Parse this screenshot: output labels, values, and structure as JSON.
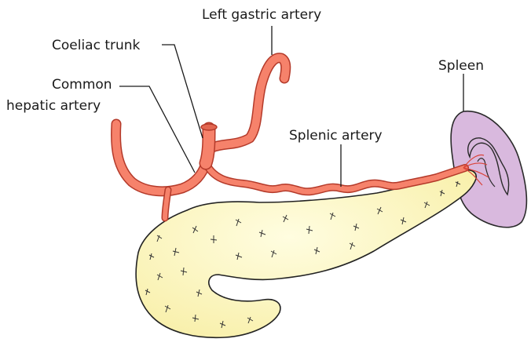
{
  "labels": {
    "left_gastric_artery": "Left gastric artery",
    "coeliac_trunk": "Coeliac trunk",
    "common_hepatic_artery_line1": "Common",
    "common_hepatic_artery_line2": "hepatic artery",
    "spleen": "Spleen",
    "splenic_artery": "Splenic artery"
  },
  "colors": {
    "artery_fill": "#f6826b",
    "artery_outline": "#b43a2a",
    "pancreas_fill": "#fdf6c0",
    "pancreas_outline": "#222222",
    "spleen_fill": "#d9b9de",
    "spleen_outline": "#2a2a2a"
  }
}
